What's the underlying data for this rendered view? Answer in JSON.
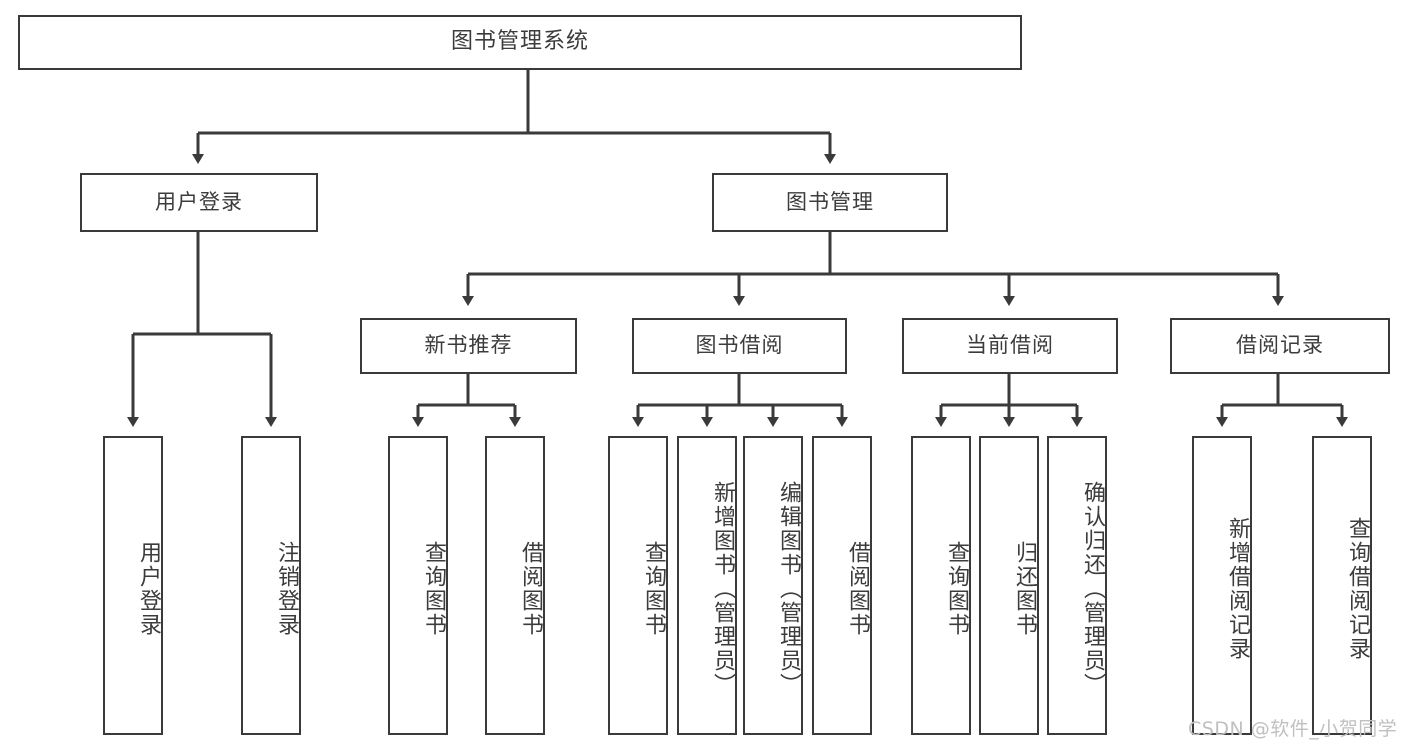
{
  "diagram": {
    "title": "图书管理系统",
    "watermark": "CSDN @软件_小贺同学",
    "line_color": "#3a3a3a",
    "box_border_color": "#3a3a3a",
    "box_fill_color": "#ffffff",
    "text_color": "#3c3c3c",
    "watermark_color": "#c0c0c0"
  },
  "nodes": {
    "root": {
      "label": "图书管理系统"
    },
    "level1": [
      {
        "label": "用户登录"
      },
      {
        "label": "图书管理"
      }
    ],
    "level2": [
      {
        "label": "新书推荐"
      },
      {
        "label": "图书借阅"
      },
      {
        "label": "当前借阅"
      },
      {
        "label": "借阅记录"
      }
    ],
    "leaves": {
      "user_login": [
        {
          "label": "用户登录"
        },
        {
          "label": "注销登录"
        }
      ],
      "new_book_recommend": [
        {
          "label": "查询图书"
        },
        {
          "label": "借阅图书"
        }
      ],
      "book_borrow": [
        {
          "label": "查询图书"
        },
        {
          "label": "新增图书（管理员）"
        },
        {
          "label": "编辑图书（管理员）"
        },
        {
          "label": "借阅图书"
        }
      ],
      "current_borrow": [
        {
          "label": "查询图书"
        },
        {
          "label": "归还图书"
        },
        {
          "label": "确认归还（管理员）"
        }
      ],
      "borrow_record": [
        {
          "label": "新增借阅记录"
        },
        {
          "label": "查询借阅记录"
        }
      ]
    }
  }
}
